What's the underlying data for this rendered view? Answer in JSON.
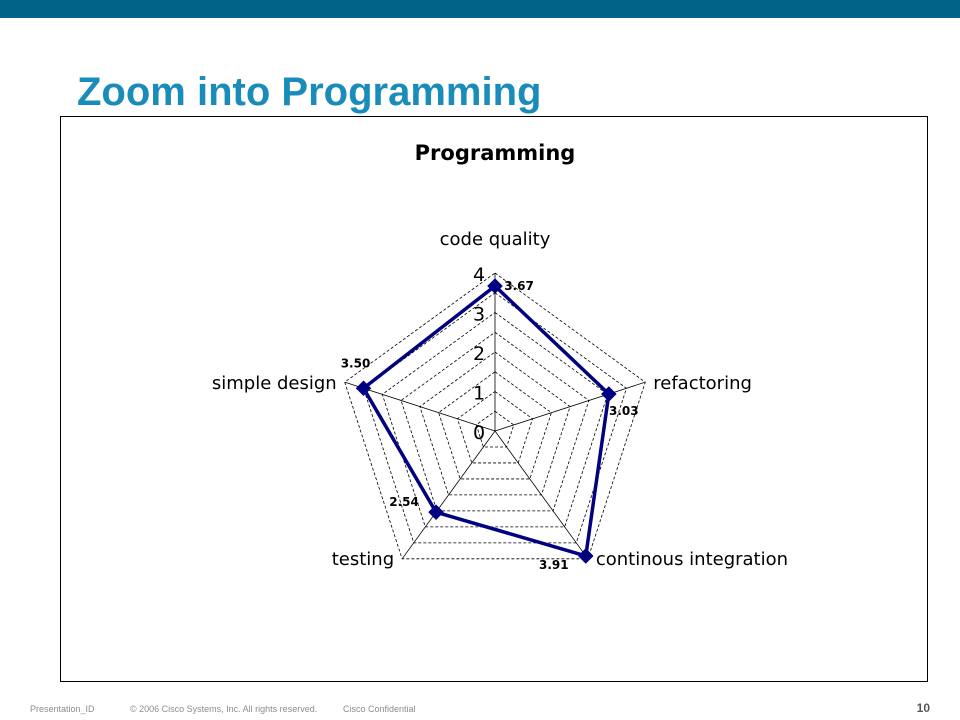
{
  "slide": {
    "title": "Zoom into Programming",
    "page_number": "10",
    "colors": {
      "top_bar": "#006388",
      "title": "#1a8cba",
      "series": "#000080"
    }
  },
  "footer": {
    "presentation_id": "Presentation_ID",
    "copyright": "© 2006 Cisco Systems, Inc. All rights reserved.",
    "confidential": "Cisco Confidential"
  },
  "chart_data": {
    "type": "radar",
    "title": "Programming",
    "categories": [
      "code quality",
      "refactoring",
      "continous integration",
      "testing",
      "simple design"
    ],
    "series": [
      {
        "values": [
          3.67,
          3.03,
          3.91,
          2.54,
          3.5
        ],
        "labels": [
          "3.67",
          "3.03",
          "3.91",
          "2.54",
          "3.50"
        ]
      }
    ],
    "axis_range": [
      0,
      4
    ],
    "ticks": [
      "0",
      "1",
      "2",
      "3",
      "4"
    ],
    "gridlines": "dashed",
    "legend": "none"
  }
}
